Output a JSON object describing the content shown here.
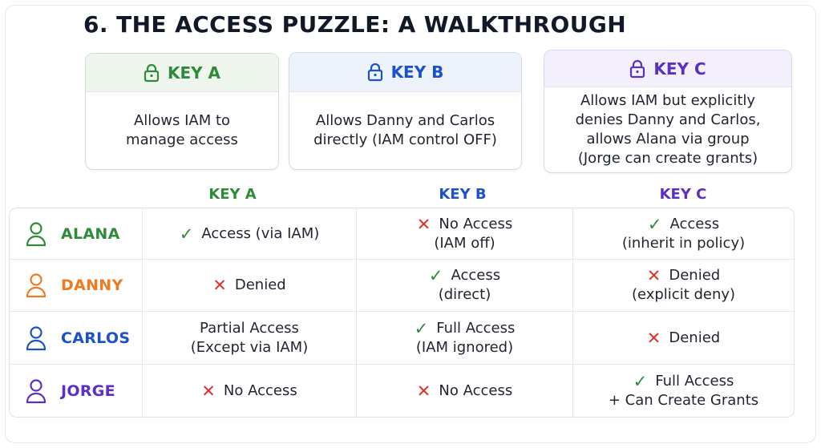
{
  "title": "6. THE ACCESS PUZZLE: A WALKTHROUGH",
  "colors": {
    "green": "#2e8b3a",
    "blue": "#1c52c9",
    "purple": "#5b2fc4",
    "orange": "#ee7a24",
    "red": "#e03131"
  },
  "keys": [
    {
      "label": "KEY A",
      "icon": "lock-icon",
      "description": "Allows IAM to manage access"
    },
    {
      "label": "KEY B",
      "icon": "lock-icon",
      "description": "Allows Danny and Carlos directly (IAM control OFF)"
    },
    {
      "label": "KEY C",
      "icon": "lock-icon",
      "description": "Allows IAM but explicitly denies Danny and Carlos, allows Alana via group (Jorge can create grants)"
    }
  ],
  "columns": [
    "KEY A",
    "KEY B",
    "KEY C"
  ],
  "rows": [
    {
      "name": "ALANA",
      "icon": "user-icon",
      "cells": [
        {
          "status": "check",
          "line1": "Access (via IAM)",
          "line2": ""
        },
        {
          "status": "cross",
          "line1": "No Access",
          "line2": "(IAM off)"
        },
        {
          "status": "check",
          "line1": "Access",
          "line2": "(inherit in policy)"
        }
      ]
    },
    {
      "name": "DANNY",
      "icon": "user-icon",
      "cells": [
        {
          "status": "cross",
          "line1": "Denied",
          "line2": ""
        },
        {
          "status": "check",
          "line1": "Access",
          "line2": "(direct)"
        },
        {
          "status": "cross",
          "line1": "Denied",
          "line2": "(explicit deny)"
        }
      ]
    },
    {
      "name": "CARLOS",
      "icon": "user-icon",
      "cells": [
        {
          "status": "none",
          "line1": "Partial Access",
          "line2": "(Except via IAM)"
        },
        {
          "status": "check",
          "line1": "Full Access",
          "line2": "(IAM ignored)"
        },
        {
          "status": "cross",
          "line1": "Denied",
          "line2": ""
        }
      ]
    },
    {
      "name": "JORGE",
      "icon": "user-icon",
      "cells": [
        {
          "status": "cross",
          "line1": "No Access",
          "line2": ""
        },
        {
          "status": "cross",
          "line1": "No Access",
          "line2": ""
        },
        {
          "status": "check",
          "line1": "Full Access",
          "line2": "+ Can Create Grants"
        }
      ]
    }
  ],
  "symbols": {
    "check": "✓",
    "cross": "✕"
  }
}
